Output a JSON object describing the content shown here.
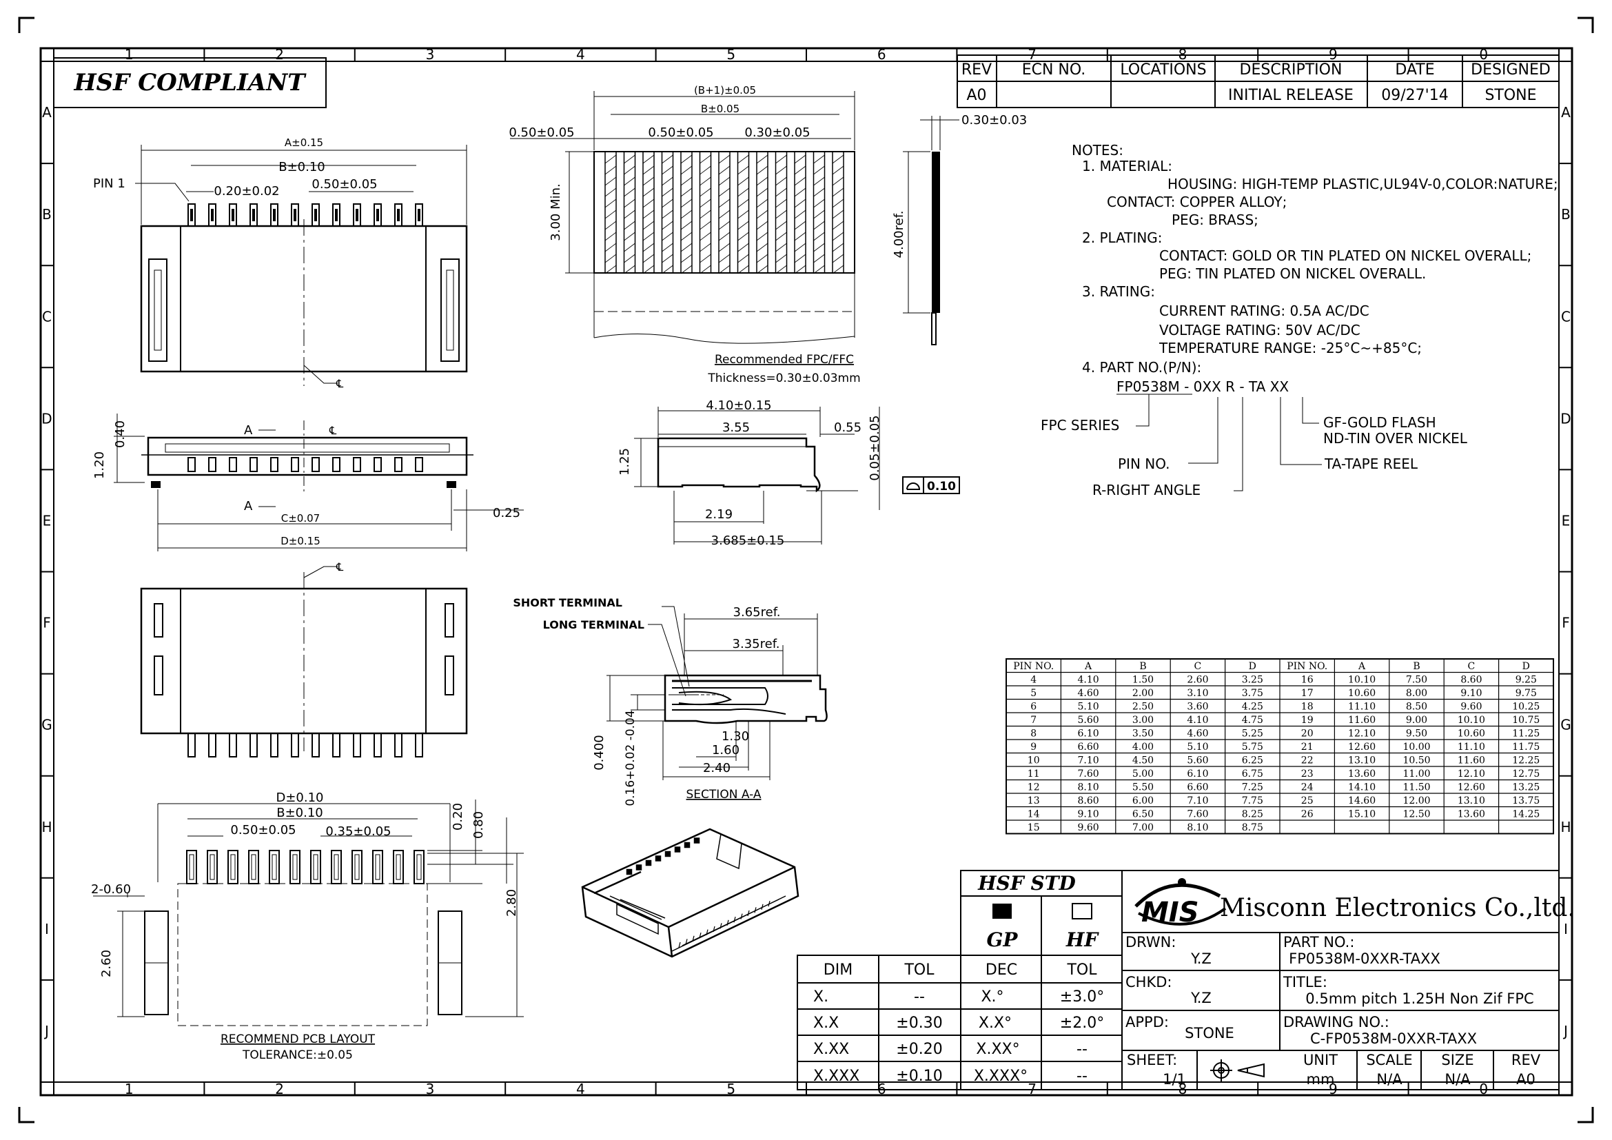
{
  "header": {
    "compliance": "HSF COMPLIANT",
    "col_labels": [
      "1",
      "2",
      "3",
      "4",
      "5",
      "6",
      "7",
      "8",
      "9",
      "0"
    ],
    "row_labels": [
      "A",
      "B",
      "C",
      "D",
      "E",
      "F",
      "G",
      "H",
      "I",
      "J"
    ]
  },
  "revision": {
    "headers": [
      "REV",
      "ECN NO.",
      "LOCATIONS",
      "DESCRIPTION",
      "DATE",
      "DESIGNED"
    ],
    "row": [
      "A0",
      "",
      "",
      "INITIAL RELEASE",
      "09/27'14",
      "STONE"
    ]
  },
  "notes": {
    "title": "NOTES:",
    "lines": [
      "1. MATERIAL:",
      "HOUSING:  HIGH-TEMP PLASTIC,UL94V-0,COLOR:NATURE;",
      "CONTACT:  COPPER ALLOY;",
      "PEG:  BRASS;",
      "2. PLATING:",
      "CONTACT: GOLD OR TIN PLATED ON NICKEL OVERALL;",
      "PEG: TIN PLATED ON NICKEL OVERALL.",
      "3. RATING:",
      "CURRENT RATING: 0.5A AC/DC",
      "VOLTAGE RATING: 50V AC/DC",
      "TEMPERATURE RANGE:  -25°C~+85°C;",
      "4. PART NO.(P/N):"
    ],
    "pn": "FP0538M - 0XX R - TA XX",
    "pn_labels": {
      "series": "FPC SERIES",
      "pin": "PIN NO.",
      "angle": "R-RIGHT ANGLE",
      "tape": "TA-TAPE REEL",
      "gf": "GF-GOLD FLASH",
      "nd": "ND-TIN OVER NICKEL"
    }
  },
  "dims": {
    "top_a": "A±0.15",
    "top_b": "B±0.10",
    "top_pitch": "0.20±0.02",
    "top_pitch2": "0.50±0.05",
    "pin1": "PIN 1",
    "side_040": "0.40",
    "side_120": "1.20",
    "side_a": "A",
    "side_c": "C±0.07",
    "side_d": "D±0.15",
    "side_025": "0.25",
    "fpc_b1": "(B+1)±0.05",
    "fpc_b": "B±0.05",
    "fpc_050a": "0.50±0.05",
    "fpc_050b": "0.50±0.05",
    "fpc_030": "0.30±0.05",
    "fpc_300": "3.00 Min.",
    "fpc_rec": "Recommended FPC/FFC",
    "fpc_thick": "Thickness=0.30±0.03mm",
    "thk_030": "0.30±0.03",
    "thk_400": "4.00ref.",
    "sv_410": "4.10±0.15",
    "sv_355": "3.55",
    "sv_055": "0.55",
    "sv_005": "0.05±0.05",
    "sv_125": "1.25",
    "sv_219": "2.19",
    "sv_3685": "3.685±0.15",
    "flat": "0.10",
    "sec_short": "SHORT TERMINAL",
    "sec_long": "LONG TERMINAL",
    "sec_365": "3.65ref.",
    "sec_335": "3.35ref.",
    "sec_130": "1.30",
    "sec_160": "1.60",
    "sec_240": "2.40",
    "sec_0400": "0.400",
    "sec_016": "0.16+0.02 -0.04",
    "sec_title": "SECTION A-A",
    "pcb_d": "D±0.10",
    "pcb_b": "B±0.10",
    "pcb_050": "0.50±0.05",
    "pcb_035": "0.35±0.05",
    "pcb_020": "0.20",
    "pcb_080": "0.80",
    "pcb_280": "2.80",
    "pcb_260": "2.60",
    "pcb_2060": "2-0.60",
    "pcb_title": "RECOMMEND PCB LAYOUT",
    "pcb_tol": "TOLERANCE:±0.05"
  },
  "pin_table": {
    "headers": [
      "PIN NO.",
      "A",
      "B",
      "C",
      "D",
      "PIN NO.",
      "A",
      "B",
      "C",
      "D"
    ],
    "rows": [
      [
        "4",
        "4.10",
        "1.50",
        "2.60",
        "3.25",
        "16",
        "10.10",
        "7.50",
        "8.60",
        "9.25"
      ],
      [
        "5",
        "4.60",
        "2.00",
        "3.10",
        "3.75",
        "17",
        "10.60",
        "8.00",
        "9.10",
        "9.75"
      ],
      [
        "6",
        "5.10",
        "2.50",
        "3.60",
        "4.25",
        "18",
        "11.10",
        "8.50",
        "9.60",
        "10.25"
      ],
      [
        "7",
        "5.60",
        "3.00",
        "4.10",
        "4.75",
        "19",
        "11.60",
        "9.00",
        "10.10",
        "10.75"
      ],
      [
        "8",
        "6.10",
        "3.50",
        "4.60",
        "5.25",
        "20",
        "12.10",
        "9.50",
        "10.60",
        "11.25"
      ],
      [
        "9",
        "6.60",
        "4.00",
        "5.10",
        "5.75",
        "21",
        "12.60",
        "10.00",
        "11.10",
        "11.75"
      ],
      [
        "10",
        "7.10",
        "4.50",
        "5.60",
        "6.25",
        "22",
        "13.10",
        "10.50",
        "11.60",
        "12.25"
      ],
      [
        "11",
        "7.60",
        "5.00",
        "6.10",
        "6.75",
        "23",
        "13.60",
        "11.00",
        "12.10",
        "12.75"
      ],
      [
        "12",
        "8.10",
        "5.50",
        "6.60",
        "7.25",
        "24",
        "14.10",
        "11.50",
        "12.60",
        "13.25"
      ],
      [
        "13",
        "8.60",
        "6.00",
        "7.10",
        "7.75",
        "25",
        "14.60",
        "12.00",
        "13.10",
        "13.75"
      ],
      [
        "14",
        "9.10",
        "6.50",
        "7.60",
        "8.25",
        "26",
        "15.10",
        "12.50",
        "13.60",
        "14.25"
      ],
      [
        "15",
        "9.60",
        "7.00",
        "8.10",
        "8.75",
        "",
        "",
        "",
        "",
        ""
      ]
    ]
  },
  "tol_table": {
    "headers": [
      "DIM",
      "TOL"
    ],
    "rows": [
      [
        "X.",
        "--"
      ],
      [
        "X.X",
        "±0.30"
      ],
      [
        "X.XX",
        "±0.20"
      ],
      [
        "X.XXX",
        "±0.10"
      ]
    ]
  },
  "hsf": {
    "title": "HSF  STD",
    "gp": "GP",
    "hf": "HF",
    "headers": [
      "DEC",
      "TOL"
    ],
    "rows": [
      [
        "X.°",
        "±3.0°"
      ],
      [
        "X.X°",
        "±2.0°"
      ],
      [
        "X.XX°",
        "--"
      ],
      [
        "X.XXX°",
        "--"
      ]
    ]
  },
  "title_block": {
    "logo": "MIS",
    "company": "Misconn Electronics Co.,ltd.",
    "drwn_label": "DRWN:",
    "drwn": "Y.Z",
    "chkd_label": "CHKD:",
    "chkd": "Y.Z",
    "appd_label": "APPD:",
    "appd": "STONE",
    "part_label": "PART  NO.:",
    "part": "FP0538M-0XXR-TAXX",
    "title_label": "TITLE:",
    "title": "0.5mm  pitch  1.25H  Non  Zif  FPC",
    "drawing_label": "DRAWING  NO.:",
    "drawing": "C-FP0538M-0XXR-TAXX",
    "sheet_label": "SHEET:",
    "sheet": "1/1",
    "unit_label": "UNIT",
    "unit": "mm",
    "scale_label": "SCALE",
    "scale": "N/A",
    "size_label": "SIZE",
    "size": "N/A",
    "rev_label": "REV",
    "rev": "A0"
  }
}
